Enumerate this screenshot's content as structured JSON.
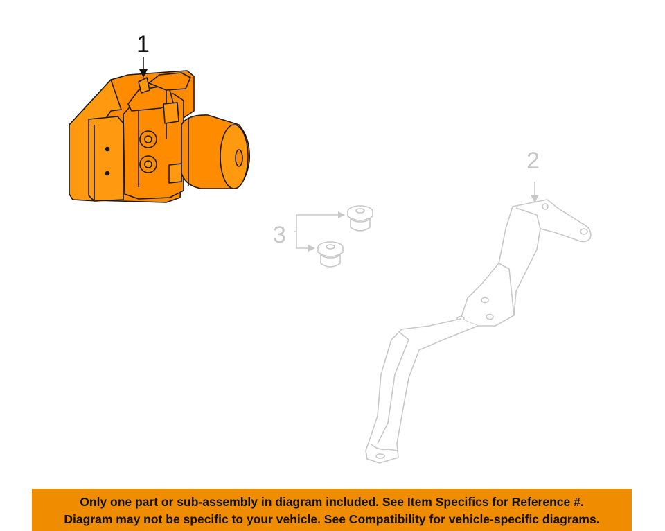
{
  "callouts": {
    "part_1": "1",
    "part_2": "2",
    "part_3": "3"
  },
  "notice": {
    "line1": "Only one part or sub-assembly in diagram included. See Item Specifics for Reference #.",
    "line2": "Diagram may not be specific to your vehicle. See Compatibility for vehicle-specific diagrams."
  },
  "colors": {
    "highlight_part": "#ff8c00",
    "ghost_part": "#c8c8c8",
    "notice_background": "#f08c00",
    "notice_text": "#111111"
  }
}
